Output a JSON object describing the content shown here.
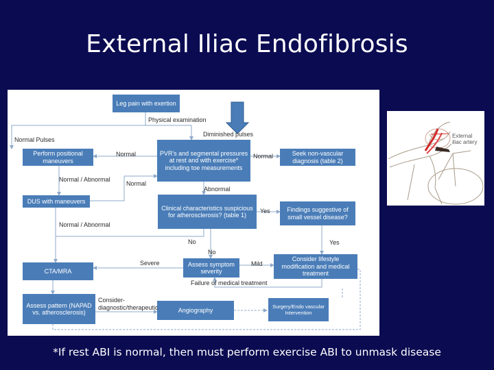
{
  "slide": {
    "title": "External Iliac Endofibrosis",
    "footnote": "*If rest ABI is normal, then must perform exercise ABI to unmask disease"
  },
  "colors": {
    "background": "#0b0b52",
    "box": "#4a7db8",
    "arrow": "#4a7db8",
    "line": "#8ea8c8"
  },
  "flowchart": {
    "boxes": {
      "leg_pain": "Leg pain with exertion",
      "pvr": "PVR's and segmental pressures at rest and with exercise* including toe measurements",
      "positional": "Perform positional maneuvers",
      "non_vascular": "Seek non-vascular diagnosis (table 2)",
      "dus": "DUS with maneuvers",
      "clinical": "Clinical characteristics suspicious for atherosclerosis? (table 1)",
      "small_vessel": "Findings suggestive of small vessel disease?",
      "cta": "CTA/MRA",
      "severity": "Assess symptom severity",
      "lifestyle": "Consider lifestyle modification and medical treatment",
      "pattern": "Assess pattern (NAPAD vs. atherosclerosis)",
      "angiography": "Angiography",
      "surgery": "Surgery/Endo vascular Intervention"
    },
    "labels": {
      "physical_exam": "Physical examination",
      "normal_pulses": "Normal Pulses",
      "diminished_pulses": "Diminished pulses",
      "normal_left": "Normal",
      "normal_right": "Normal",
      "normal_abnormal_1": "Normal / Abnormal",
      "normal_mid": "Normal",
      "abnormal": "Abnormal",
      "yes_small": "Yes",
      "normal_abnormal_2": "Normal / Abnormal",
      "no_1": "No",
      "no_2": "No",
      "yes_lifestyle": "Yes",
      "severe": "Severe",
      "mild": "Mild",
      "failure": "Failure of medical treatment",
      "consider": "Consider-",
      "diag_ther": "diagnostic/therapeutic"
    }
  },
  "illustration": {
    "caption_line1": "External",
    "caption_line2": "iliac artery"
  }
}
